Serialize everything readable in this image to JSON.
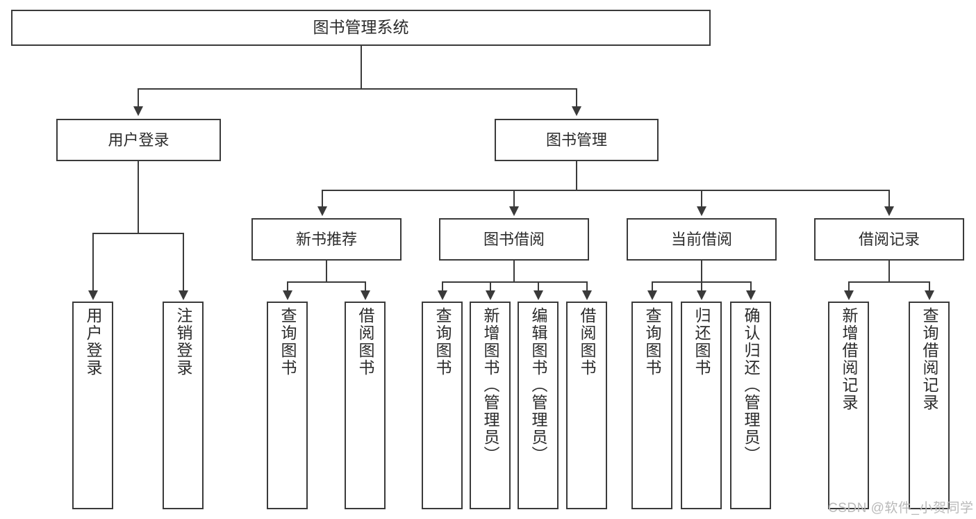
{
  "diagram": {
    "title": "图书管理系统",
    "type": "tree-hierarchy-diagram",
    "root": {
      "label": "图书管理系统"
    },
    "level2": [
      {
        "label": "用户登录"
      },
      {
        "label": "图书管理"
      }
    ],
    "level3": [
      {
        "label": "新书推荐"
      },
      {
        "label": "图书借阅"
      },
      {
        "label": "当前借阅"
      },
      {
        "label": "借阅记录"
      }
    ],
    "leaves": [
      {
        "label": "用户登录",
        "parent": "用户登录"
      },
      {
        "label": "注销登录",
        "parent": "用户登录"
      },
      {
        "label": "查询图书",
        "parent": "新书推荐"
      },
      {
        "label": "借阅图书",
        "parent": "新书推荐"
      },
      {
        "label": "查询图书",
        "parent": "图书借阅"
      },
      {
        "label": "新增图书（管理员）",
        "parent": "图书借阅"
      },
      {
        "label": "编辑图书（管理员）",
        "parent": "图书借阅"
      },
      {
        "label": "借阅图书",
        "parent": "图书借阅"
      },
      {
        "label": "查询图书",
        "parent": "当前借阅"
      },
      {
        "label": "归还图书",
        "parent": "当前借阅"
      },
      {
        "label": "确认归还（管理员）",
        "parent": "当前借阅"
      },
      {
        "label": "新增借阅记录",
        "parent": "借阅记录"
      },
      {
        "label": "查询借阅记录",
        "parent": "借阅记录"
      }
    ]
  },
  "watermark": {
    "text": "CSDN @软件_小贺同学"
  },
  "colors": {
    "stroke": "#3a3a3a",
    "text": "#2b2b2b",
    "background": "#ffffff",
    "watermark": "#b9b9b9"
  }
}
